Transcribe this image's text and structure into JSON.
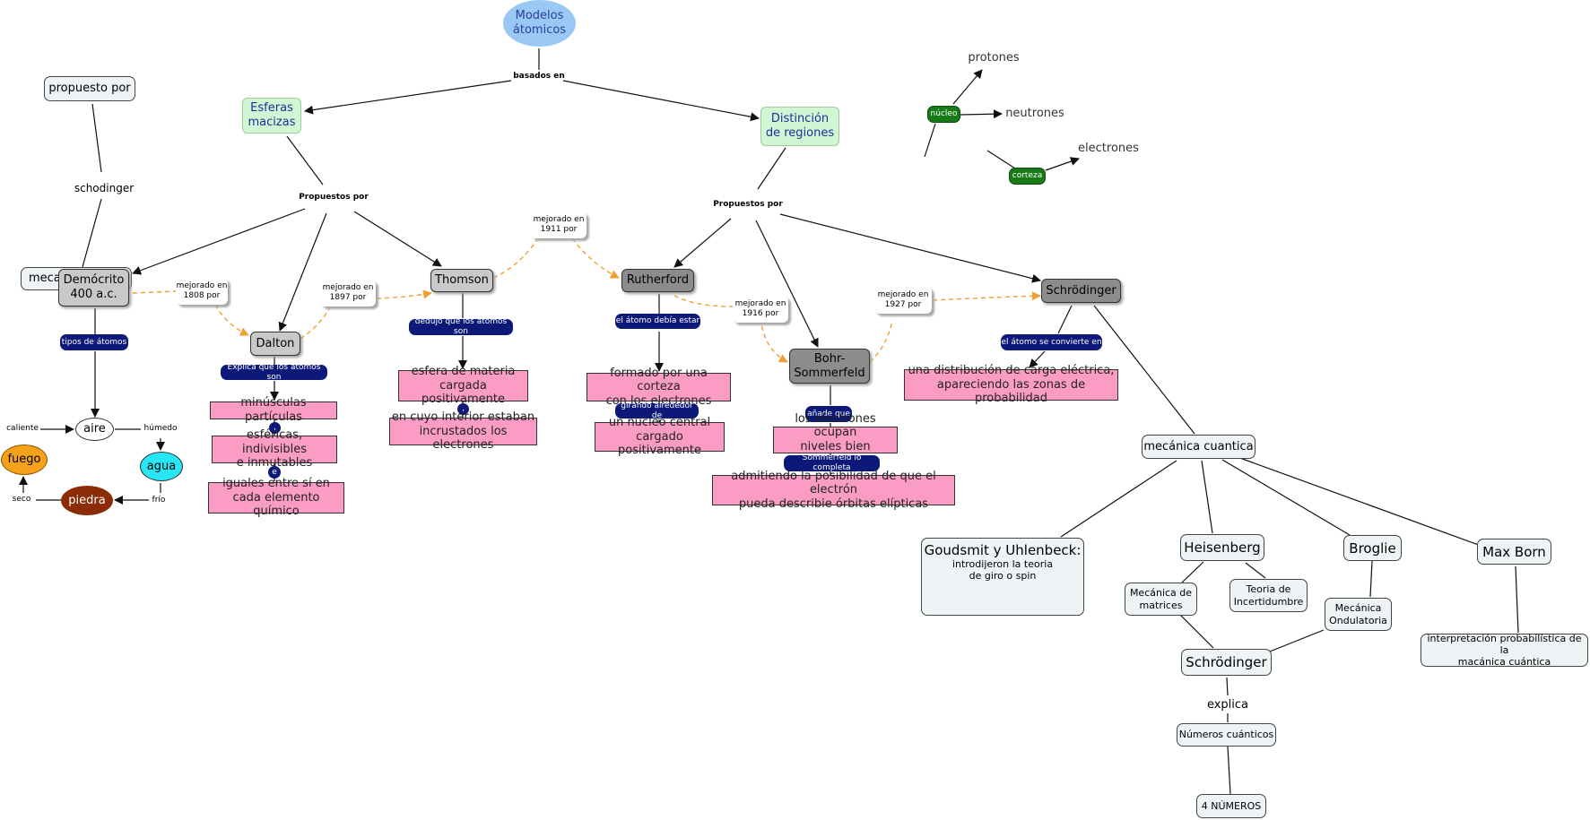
{
  "nodes": {
    "modelos": "Modelos\nátomicos",
    "basados": "basados en",
    "esferas": "Esferas\nmacizas",
    "distincion": "Distinción\nde regiones",
    "propuestos1": "Propuestos por",
    "propuestos2": "Propuestos por",
    "propuesto_por": "propuesto por",
    "schodinger": "schodinger",
    "meca": "meca",
    "democrito": "Demócrito\n400 a.c.",
    "tipos": "tipos de átomos",
    "aire": "aire",
    "caliente": "caliente",
    "humedo": "húmedo",
    "fuego": "fuego",
    "agua": "agua",
    "piedra": "piedra",
    "seco": "seco",
    "frio": "frío",
    "mej1808": "mejorado en\n1808 por",
    "dalton": "Dalton",
    "explica": "Explica que los átomos son",
    "minusculas": "minúsculas partículas",
    "dot1": ",",
    "esfericas": "esféricas, indivisibles\ne inmutables",
    "dot_e": "e",
    "iguales": "iguales entre sí en\ncada elemento químico",
    "mej1897": "mejorado en\n1897 por",
    "thomson": "Thomson",
    "dedujo": "dedujo que los átomos son",
    "esfera_materia": "esfera de materia\ncargada positivamente",
    "dot2": ",",
    "interior": "en cuyo interior estaban\nincrustados los electrones",
    "mej1911": "mejorado en\n1911 por",
    "rutherford": "Rutherford",
    "debia": "el átomo debía estar",
    "formado": "formado por una corteza\ncon los electrones",
    "girando": "girando alrededor de",
    "nucleo_central": "un núcleo central\ncargado positivamente",
    "mej1916": "mejorado en\n1916 por",
    "bohr": "Bohr-\nSommerfeld",
    "anade": "añade que",
    "niveles": "los electrones ocupan\nniveles bien definidos",
    "completa": "Sommerfeld lo completa",
    "admitiendo": "admitiendo la posibilidad de que el electrón\npueda describie órbitas elípticas",
    "mej1927": "mejorado en\n1927 por",
    "schrodinger_top": "Schrödinger",
    "convierte": "el átomo se convierte en",
    "distribucion": "una distribución de carga eléctrica,\napareciendo las zonas de probabilidad",
    "nucleo": "núcleo",
    "protones": "protones",
    "neutrones": "neutrones",
    "corteza": "corteza",
    "electrones": "electrones",
    "mecanica": "mecánica cuantica",
    "goudsmit_title": "Goudsmit y Uhlenbeck:",
    "goudsmit_text": "introdijeron la teoria\nde giro o spin",
    "heisenberg": "Heisenberg",
    "broglie": "Broglie",
    "max_born": "Max Born",
    "mec_matrices": "Mecánica de\nmatrices",
    "incertidumbre": "Teoria de\nIncertidumbre",
    "ondulatoria": "Mecánica\nOndulatoria",
    "interpretacion": "interpretación probabilística de la\nmacánica cuántica",
    "schrodinger_bottom": "Schrödinger",
    "explica2": "explica",
    "numeros": "Números cuánticos",
    "cuatro": "4 NÚMEROS"
  },
  "colors": {
    "line": "#111111",
    "dashed": "#f0a030",
    "navy": "#0c1978",
    "pink": "#fb9cc4"
  }
}
